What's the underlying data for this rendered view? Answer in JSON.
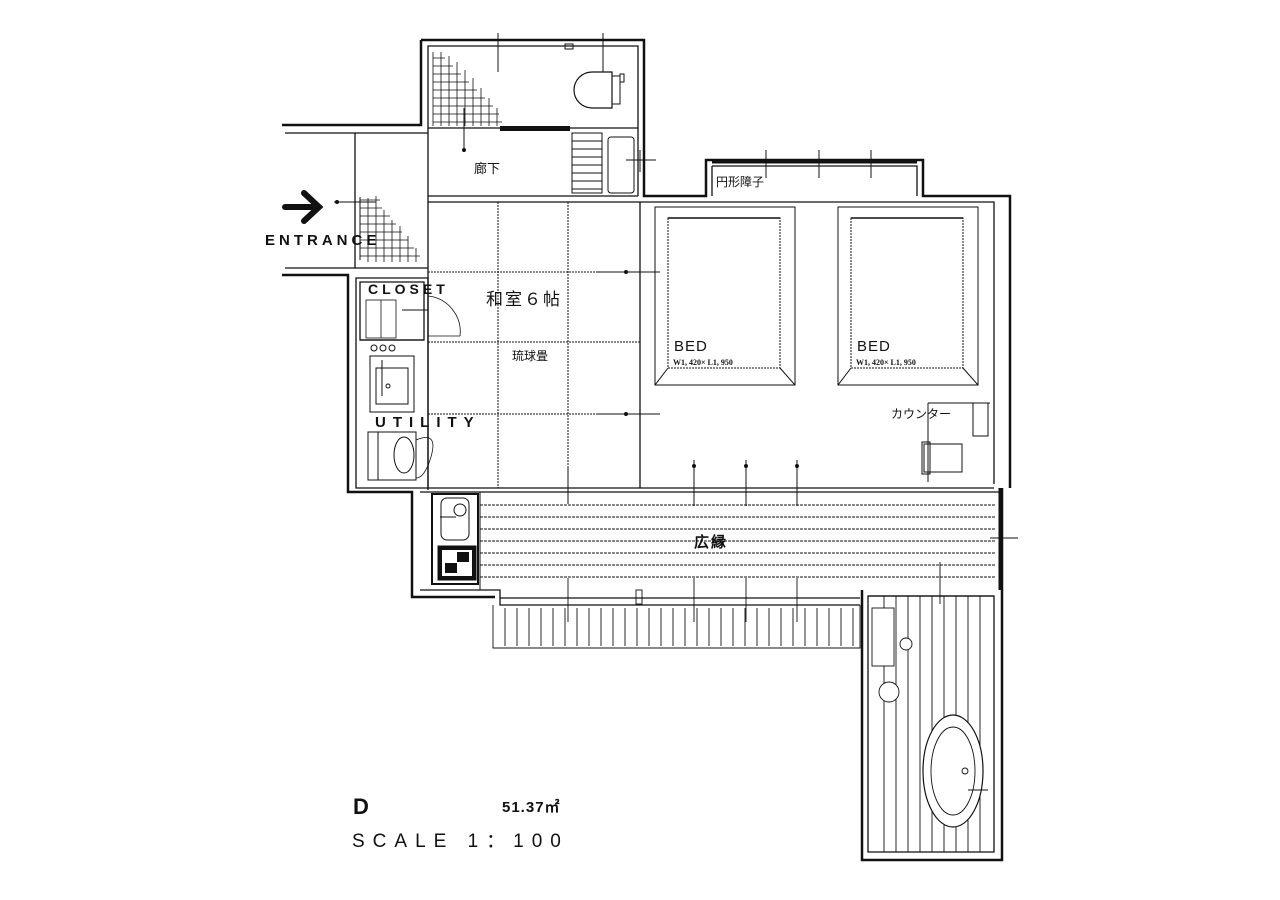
{
  "plan": {
    "unit_label": "D",
    "area": "51.37㎡",
    "scale": "SCALE 1：100"
  },
  "entrance": {
    "label": "ENTRANCE",
    "arrow_icon": "arrow-right-icon"
  },
  "rooms": {
    "corridor": "廊下",
    "round_shoji": "円形障子",
    "washitsu": "和室６帖",
    "ryukyu_tatami": "琉球畳",
    "closet": "CLOSET",
    "utility": "UTILITY",
    "engawa": "広縁",
    "counter": "カウンター"
  },
  "beds": [
    {
      "label": "BED",
      "size": "W1, 420× L1, 950"
    },
    {
      "label": "BED",
      "size": "W1, 420× L1, 950"
    }
  ],
  "colors": {
    "line": "#111111",
    "background": "#ffffff"
  }
}
